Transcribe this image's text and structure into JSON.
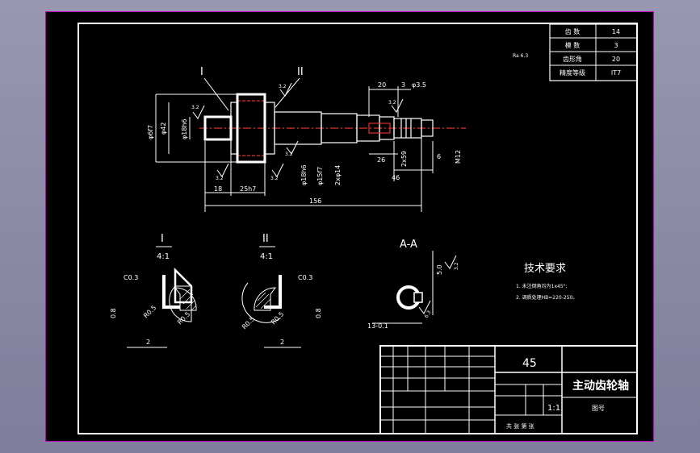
{
  "params_table": {
    "rows": [
      {
        "label": "齿 数",
        "value": "14"
      },
      {
        "label": "模 数",
        "value": "3"
      },
      {
        "label": "齿形角",
        "value": "20"
      },
      {
        "label": "精度等级",
        "value": "IT7"
      }
    ]
  },
  "roughness_note": "Ra 6.3",
  "section_labels": {
    "one": "I",
    "two": "II",
    "aa": "A-A"
  },
  "details": {
    "one_title": "I",
    "one_scale": "4:1",
    "two_title": "II",
    "two_scale": "4:1",
    "one_chamfer": "C0.3",
    "two_chamfer": "C0.3",
    "one_r1": "R0.5",
    "one_r2": "R0.5",
    "two_r1": "R0.5",
    "two_r2": "R0.5",
    "one_dim_08": "0.8",
    "two_dim_08": "0.8",
    "one_dim_2": "2",
    "two_dim_2": "2"
  },
  "dims": {
    "d_phi6f7": "φ6f7",
    "d_phi42": "φ42",
    "d_phi18h6": "φ18h6",
    "d_phi18h6_b": "φ18h6",
    "d_phi15f7": "φ15f7",
    "d_2xphi14": "2xφ14",
    "d_m12": "M12",
    "d_20": "20",
    "d_3": "3",
    "d_phi3_5": "φ3.5",
    "d_26": "26",
    "d_2x59": "2x59",
    "d_6": "6",
    "d_46": "46",
    "d_18": "18",
    "d_25h7": "25h7",
    "d_156": "156",
    "r_32a": "3.2",
    "r_32b": "3.2",
    "r_32c": "3.2",
    "r_32d": "3.2",
    "r_32e": "3.2",
    "r_32f": "3.2",
    "aa_dim1": "5.0",
    "aa_dim2": "13-0.1",
    "aa_r": "6.3",
    "aa_rough": "3.2"
  },
  "tech": {
    "title": "技术要求",
    "line1": "1. 未注倒角均为1x45°;",
    "line2": "2. 调质处理HB=220-250。"
  },
  "title_block": {
    "material": "45",
    "part_name": "主动齿轮轴",
    "scale": "1:1",
    "drawing_no_label": "图号",
    "sheet_text": "共 张 第 张"
  }
}
